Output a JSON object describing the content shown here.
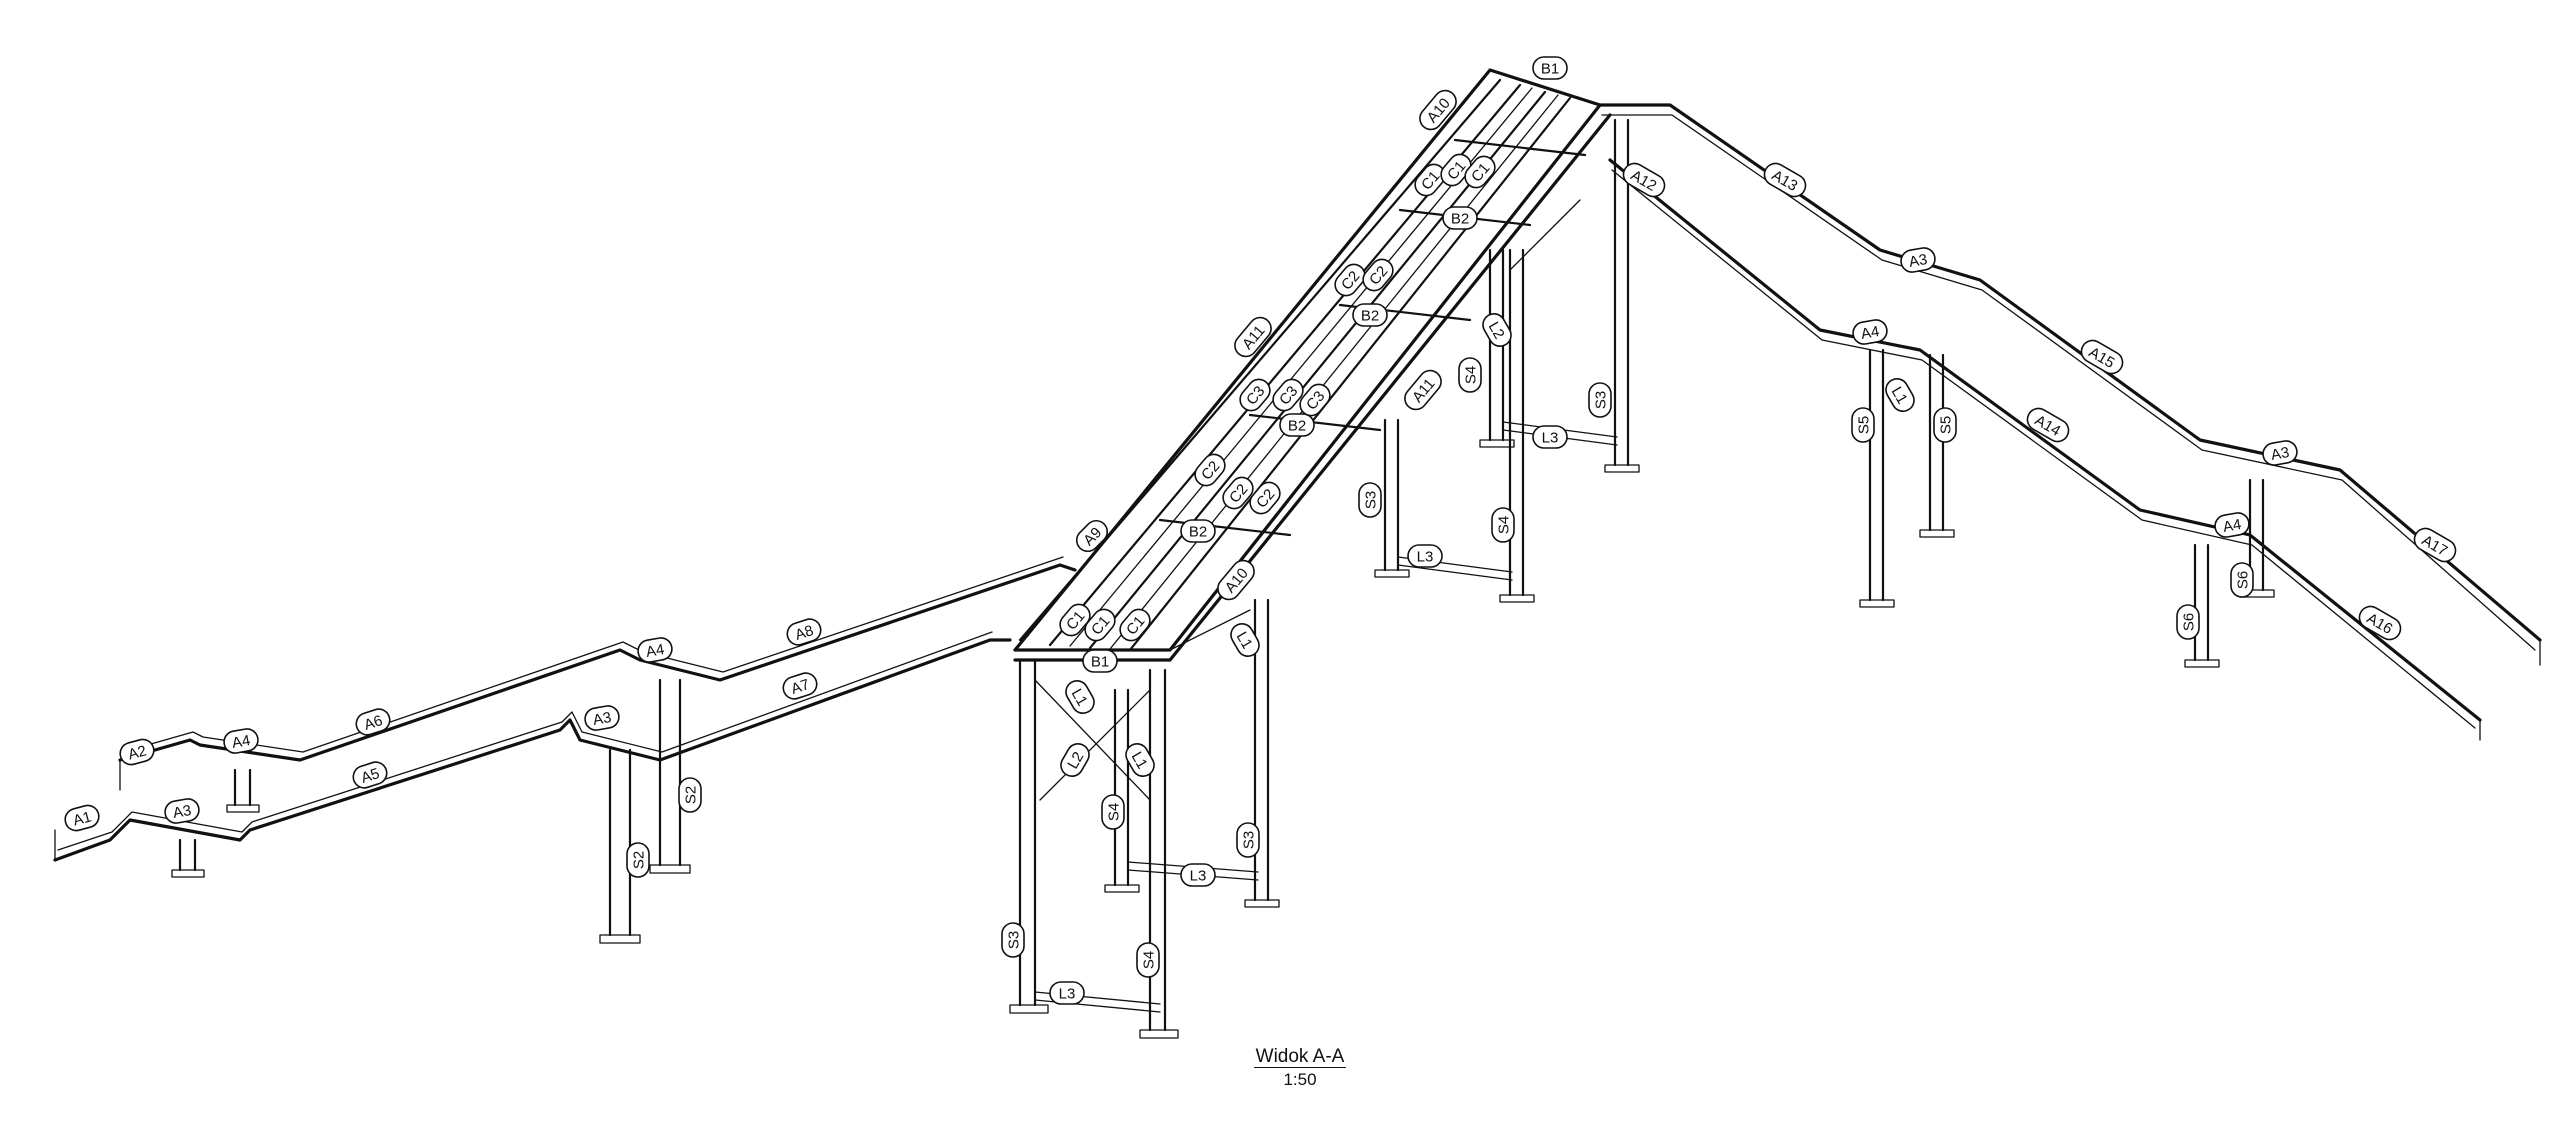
{
  "view": {
    "title": "Widok A-A",
    "scale": "1:50"
  },
  "tags": [
    "A1",
    "A2",
    "A3",
    "A4",
    "A5",
    "A6",
    "A7",
    "A8",
    "A9",
    "A10",
    "A11",
    "A12",
    "A13",
    "A14",
    "A15",
    "A16",
    "A17",
    "B1",
    "B2",
    "C1",
    "C2",
    "C3",
    "L1",
    "L2",
    "L3",
    "S2",
    "S3",
    "S4",
    "S5",
    "S6"
  ]
}
